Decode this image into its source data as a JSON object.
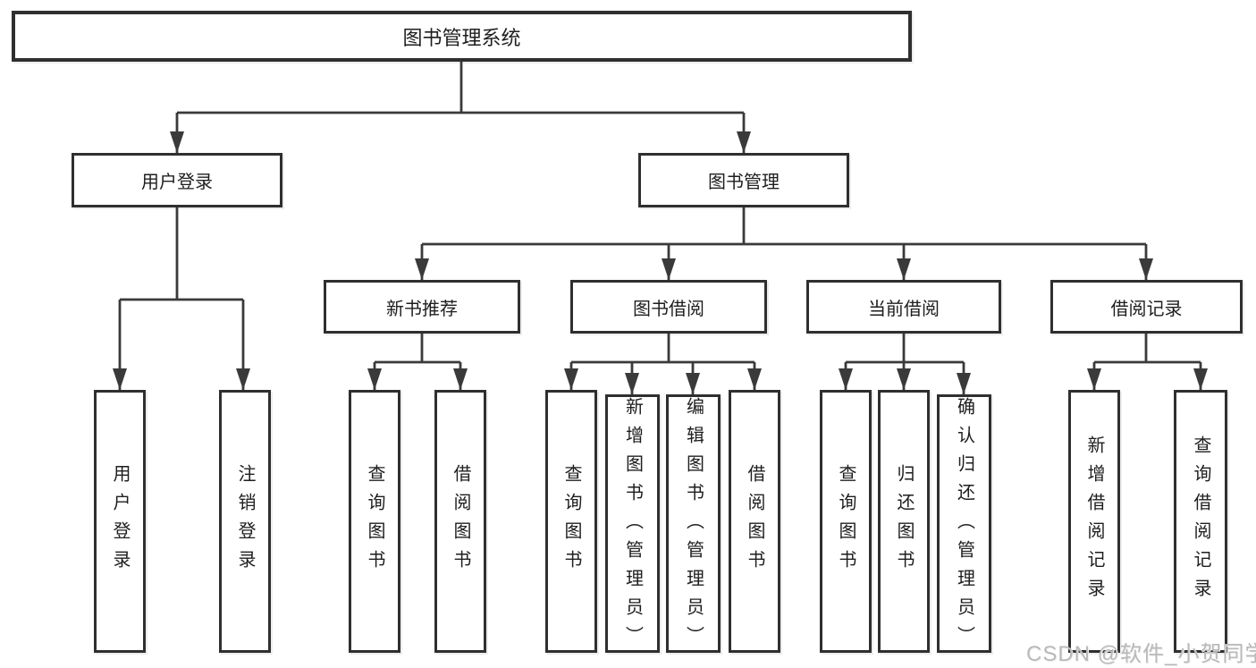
{
  "colors": {
    "line": "#3a3a3a",
    "border": "#2f2f2f",
    "text": "#1e1e1e",
    "watermark": "#b9b9b9",
    "bg": "#ffffff"
  },
  "watermark": {
    "text": "CSDN @软件_小贺同学"
  },
  "tree": {
    "root": {
      "label": "图书管理系统",
      "children": [
        {
          "label": "用户登录",
          "children": [
            {
              "label": "用户登录"
            },
            {
              "label": "注销登录"
            }
          ]
        },
        {
          "label": "图书管理",
          "children": [
            {
              "label": "新书推荐",
              "children": [
                {
                  "label": "查询图书"
                },
                {
                  "label": "借阅图书"
                }
              ]
            },
            {
              "label": "图书借阅",
              "children": [
                {
                  "label": "查询图书"
                },
                {
                  "label": "新增图书（管理员）"
                },
                {
                  "label": "编辑图书（管理员）"
                },
                {
                  "label": "借阅图书"
                }
              ]
            },
            {
              "label": "当前借阅",
              "children": [
                {
                  "label": "查询图书"
                },
                {
                  "label": "归还图书"
                },
                {
                  "label": "确认归还（管理员）"
                }
              ]
            },
            {
              "label": "借阅记录",
              "children": [
                {
                  "label": "新增借阅记录"
                },
                {
                  "label": "查询借阅记录"
                }
              ]
            }
          ]
        }
      ]
    }
  }
}
